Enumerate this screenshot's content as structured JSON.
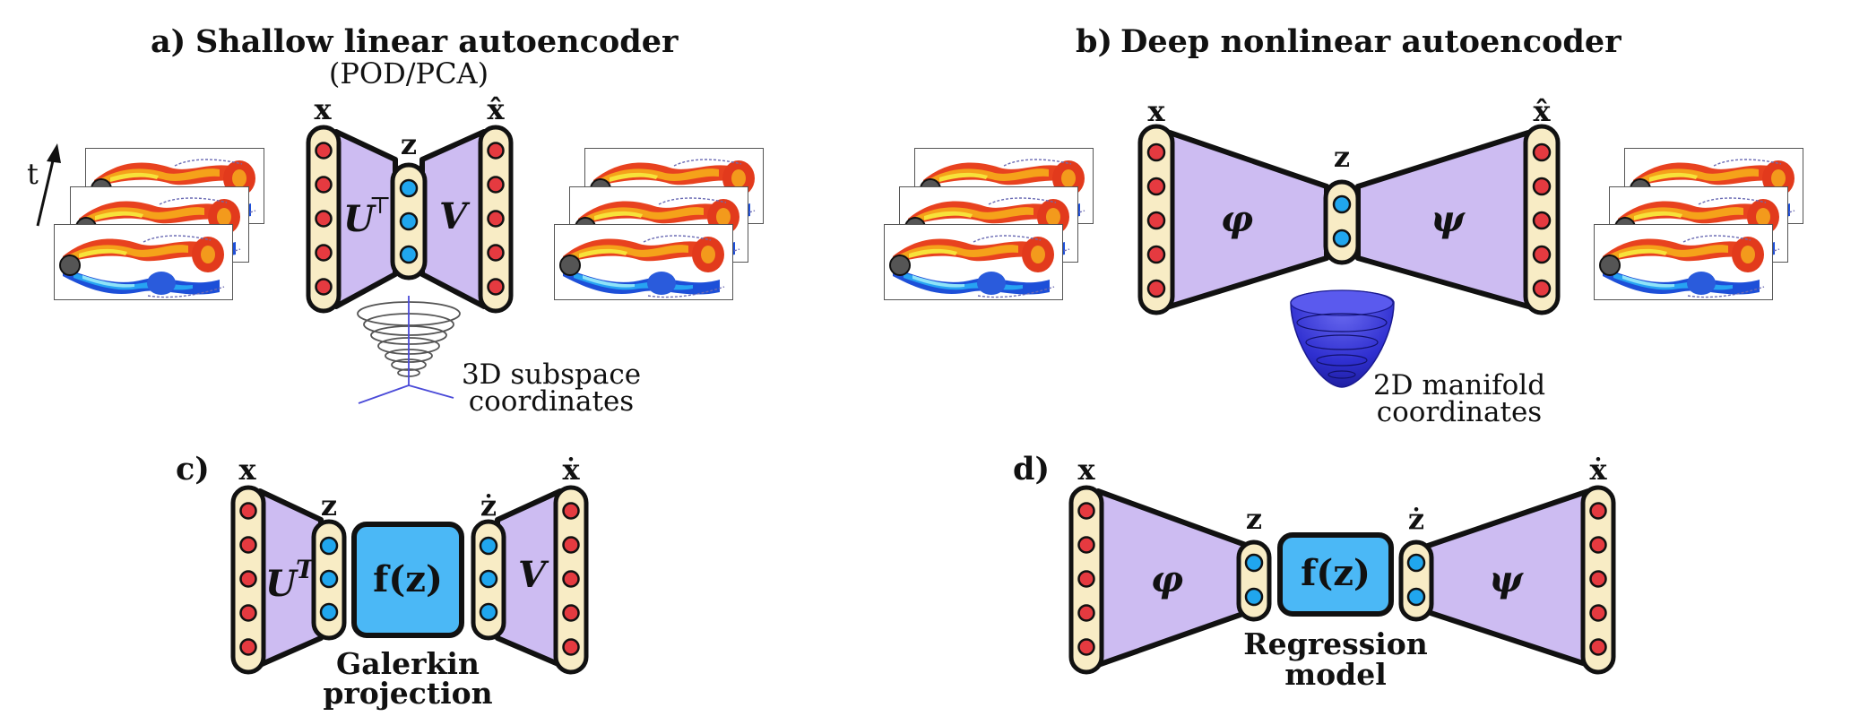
{
  "panels": {
    "a": {
      "letter": "a)",
      "title": "Shallow linear autoencoder",
      "subtitle": "(POD/PCA)",
      "input": "x",
      "output": "x̂",
      "latent": "z",
      "encoder": "U",
      "encoder_sup": "⊤",
      "decoder": "V",
      "caption1": "3D subspace",
      "caption2": "coordinates",
      "time": "t"
    },
    "b": {
      "letter": "b)",
      "title": "Deep nonlinear autoencoder",
      "input": "x",
      "output": "x̂",
      "latent": "z",
      "encoder": "φ",
      "decoder": "ψ",
      "caption1": "2D manifold",
      "caption2": "coordinates"
    },
    "c": {
      "letter": "c)",
      "input": "x",
      "latent": "z",
      "latent_dot": "ż",
      "output": "ẋ",
      "encoder": "U",
      "encoder_sup": "T",
      "decoder": "V",
      "box": "f(z)",
      "caption1": "Galerkin",
      "caption2": "projection"
    },
    "d": {
      "letter": "d)",
      "input": "x",
      "latent": "z",
      "latent_dot": "ż",
      "output": "ẋ",
      "encoder": "φ",
      "decoder": "ψ",
      "box": "f(z)",
      "caption1": "Regression",
      "caption2": "model"
    }
  },
  "colors": {
    "node_red": "#e53a40",
    "node_blue": "#20a6ee",
    "trapezoid": "#cdbcf2",
    "pill": "#f8ecc5",
    "function_box": "#4bb8f6",
    "manifold": "#3a3ad8",
    "axis": "#4a4ad8"
  }
}
